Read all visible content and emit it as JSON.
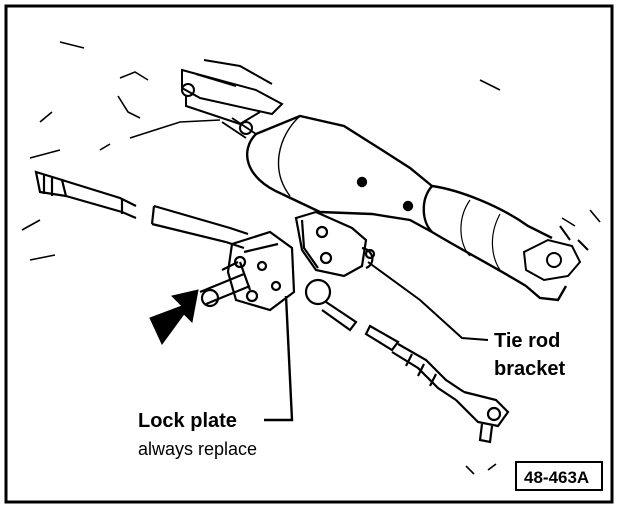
{
  "labels": {
    "tie_rod_line1": "Tie rod",
    "tie_rod_line2": "bracket",
    "lock_plate": "Lock plate",
    "lock_plate_note": "always replace",
    "figure_ref": "48-463A"
  },
  "colors": {
    "ink": "#000000",
    "paper": "#ffffff"
  }
}
